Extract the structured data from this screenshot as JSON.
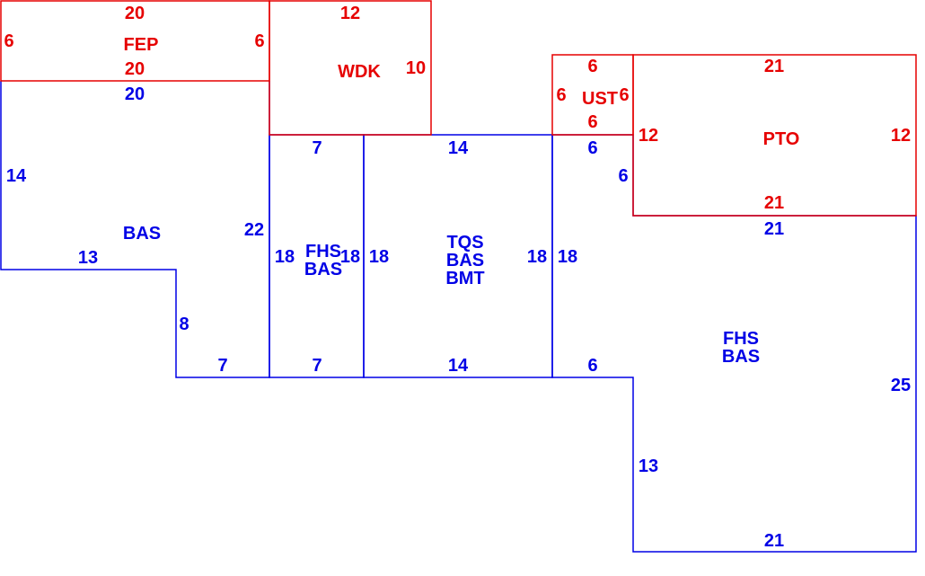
{
  "colors": {
    "living": "#0000e6",
    "addition": "#e60000"
  },
  "areas": [
    {
      "id": "fep",
      "name": "FEP",
      "codes": [
        "FEP"
      ],
      "kind": "addition",
      "dims": [
        {
          "side": "top",
          "value": "20"
        },
        {
          "side": "bottom",
          "value": "20"
        },
        {
          "side": "left",
          "value": "6"
        },
        {
          "side": "right",
          "value": "6"
        }
      ]
    },
    {
      "id": "wdk",
      "name": "WDK",
      "codes": [
        "WDK"
      ],
      "kind": "addition",
      "dims": [
        {
          "side": "top",
          "value": "12"
        },
        {
          "side": "right",
          "value": "10"
        }
      ]
    },
    {
      "id": "ust",
      "name": "UST",
      "codes": [
        "UST"
      ],
      "kind": "addition",
      "dims": [
        {
          "side": "top",
          "value": "6"
        },
        {
          "side": "bottom",
          "value": "6"
        },
        {
          "side": "left",
          "value": "6"
        },
        {
          "side": "right",
          "value": "6"
        }
      ]
    },
    {
      "id": "pto",
      "name": "PTO",
      "codes": [
        "PTO"
      ],
      "kind": "addition",
      "dims": [
        {
          "side": "top",
          "value": "21"
        },
        {
          "side": "bottom",
          "value": "21"
        },
        {
          "side": "left",
          "value": "12"
        },
        {
          "side": "right",
          "value": "12"
        }
      ]
    },
    {
      "id": "bas-left",
      "name": "BAS",
      "codes": [
        "BAS"
      ],
      "kind": "living",
      "dims": [
        {
          "side": "top",
          "value": "20"
        },
        {
          "side": "left",
          "value": "14"
        },
        {
          "side": "inner-bottom",
          "value": "13"
        },
        {
          "side": "inner-step",
          "value": "8"
        },
        {
          "side": "bottom",
          "value": "7"
        },
        {
          "side": "right",
          "value": "22"
        }
      ]
    },
    {
      "id": "fhs-bas-narrow",
      "name": "FHS BAS",
      "codes": [
        "FHS",
        "BAS"
      ],
      "kind": "living",
      "dims": [
        {
          "side": "top",
          "value": "7"
        },
        {
          "side": "bottom",
          "value": "7"
        },
        {
          "side": "left",
          "value": "18"
        },
        {
          "side": "right",
          "value": "18"
        }
      ]
    },
    {
      "id": "tqs",
      "name": "TQS BAS BMT",
      "codes": [
        "TQS",
        "BAS",
        "BMT"
      ],
      "kind": "living",
      "dims": [
        {
          "side": "top",
          "value": "14"
        },
        {
          "side": "bottom",
          "value": "14"
        },
        {
          "side": "left",
          "value": "18"
        },
        {
          "side": "right",
          "value": "18"
        }
      ]
    },
    {
      "id": "fhs-bas-large",
      "name": "FHS BAS",
      "codes": [
        "FHS",
        "BAS"
      ],
      "kind": "living",
      "dims": [
        {
          "side": "left-upper",
          "value": "18"
        },
        {
          "side": "top-small",
          "value": "6"
        },
        {
          "side": "notch",
          "value": "6"
        },
        {
          "side": "top",
          "value": "21"
        },
        {
          "side": "right",
          "value": "25"
        },
        {
          "side": "bottom",
          "value": "21"
        },
        {
          "side": "left-lower",
          "value": "13"
        },
        {
          "side": "inner-bottom",
          "value": "6"
        }
      ]
    }
  ]
}
